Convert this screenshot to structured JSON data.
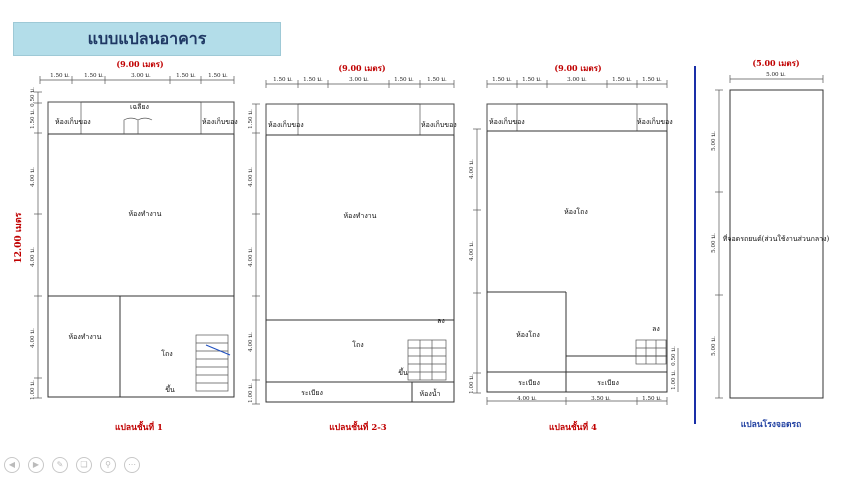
{
  "title": "แบบแปลนอาคาร",
  "plans": {
    "floor1": {
      "width_label": "(9.00 เมตร)",
      "top_dims": [
        "1.50 ม.",
        "1.50 ม.",
        "3.00 ม.",
        "1.50 ม.",
        "1.50 ม."
      ],
      "height_label": "12.00 เมตร",
      "side_dims": [
        "0.50 ม.",
        "1.50 ม.",
        "4.00 ม.",
        "4.00 ม.",
        "4.00 ม.",
        "1.00 ม."
      ],
      "rooms": {
        "storage_left": "ห้องเก็บของ",
        "storage_right": "ห้องเก็บของ",
        "entrance": "เฉลียง",
        "office_main": "ห้องทำงาน",
        "office_small": "ห้องทำงาน",
        "hall": "โถง",
        "stair_up": "ขึ้น"
      },
      "caption": "แปลนชั้นที่ 1"
    },
    "floor23": {
      "width_label": "(9.00 เมตร)",
      "top_dims": [
        "1.50 ม.",
        "1.50 ม.",
        "3.00 ม.",
        "1.50 ม.",
        "1.50 ม."
      ],
      "side_dims": [
        "1.50 ม.",
        "4.00 ม.",
        "4.00 ม.",
        "4.00 ม.",
        "1.00 ม."
      ],
      "rooms": {
        "storage_left": "ห้องเก็บของ",
        "storage_right": "ห้องเก็บของ",
        "office": "ห้องทำงาน",
        "hall": "โถง",
        "balcony": "ระเบียง",
        "toilet": "ห้องน้ำ",
        "stair_up": "ขึ้น",
        "stair_down": "ลง"
      },
      "caption": "แปลนชั้นที่ 2-3"
    },
    "floor4": {
      "width_label": "(9.00 เมตร)",
      "top_dims": [
        "1.50 ม.",
        "1.50 ม.",
        "3.00 ม.",
        "1.50 ม.",
        "1.50 ม."
      ],
      "side_dims": [
        "4.00 ม.",
        "4.00 ม.",
        "1.00 ม."
      ],
      "right_dims": [
        "0.50 ม.",
        "1.00 ม."
      ],
      "bottom_dims": [
        "4.00 ม.",
        "3.50 ม.",
        "1.50 ม."
      ],
      "rooms": {
        "storage_left": "ห้องเก็บของ",
        "storage_right": "ห้องเก็บของ",
        "big_hall": "ห้องโถง",
        "small_hall": "ห้องโถง",
        "balcony_left": "ระเบียง",
        "balcony_right": "ระเบียง",
        "stair_down": "ลง"
      },
      "caption": "แปลนชั้นที่ 4"
    },
    "garage": {
      "width_label": "(5.00 เมตร)",
      "top_dim": "5.00 ม.",
      "side_dims": [
        "5.00 ม.",
        "5.00 ม.",
        "5.00 ม."
      ],
      "room": "ที่จอดรถยนต์(ส่วนใช้งานส่วนกลาง)",
      "caption": "แปลนโรงจอดรถ"
    }
  },
  "controls": [
    "prev",
    "next",
    "pen",
    "copy",
    "search",
    "more"
  ],
  "colors": {
    "title_bg": "#b3dde9",
    "caption_red": "#c00000",
    "caption_blue": "#1f3fa0",
    "divider": "#1a2fa8"
  }
}
